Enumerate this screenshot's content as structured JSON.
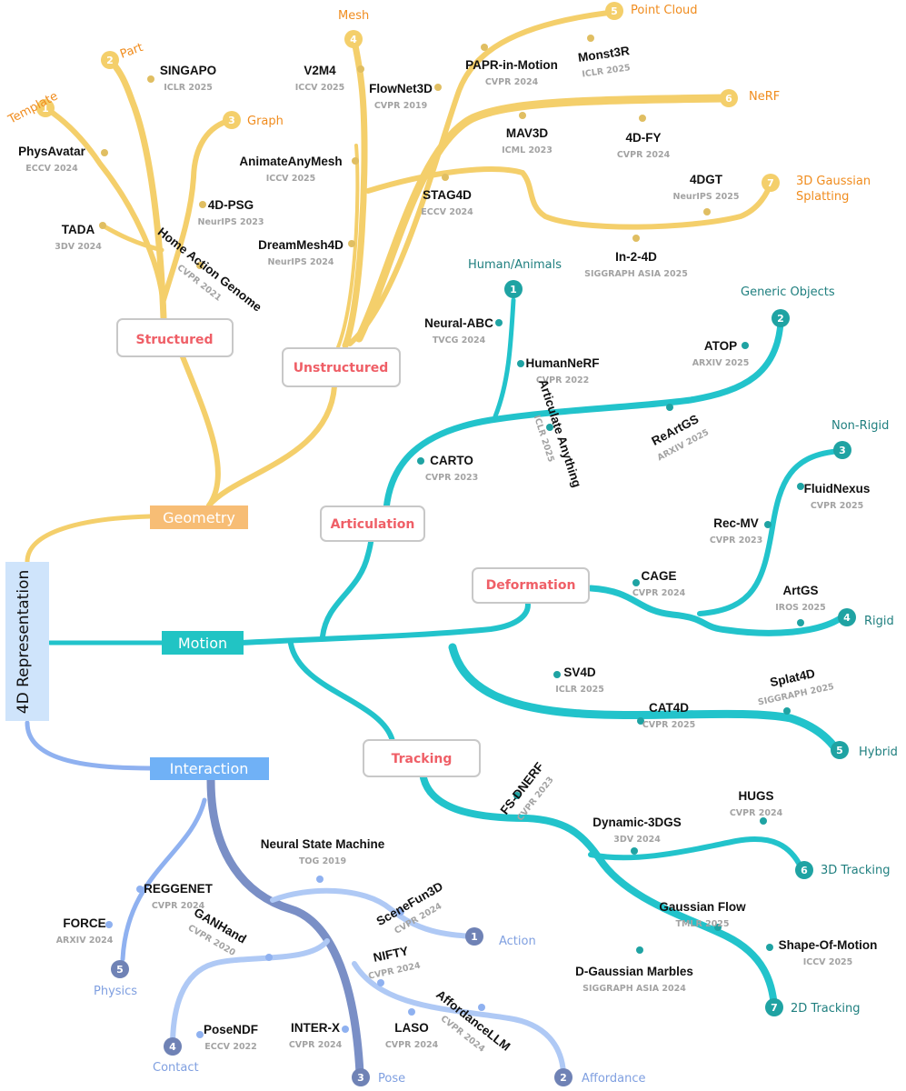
{
  "root": {
    "label": "4D Representation"
  },
  "branches": {
    "geometry": "Geometry",
    "motion": "Motion",
    "interaction": "Interaction"
  },
  "subbranches": {
    "structured": "Structured",
    "unstructured": "Unstructured",
    "articulation": "Articulation",
    "deformation": "Deformation",
    "tracking": "Tracking"
  },
  "categories": [
    {
      "num": "1",
      "label": "Template"
    },
    {
      "num": "2",
      "label": "Part"
    },
    {
      "num": "3",
      "label": "Graph"
    },
    {
      "num": "4",
      "label": "Mesh"
    },
    {
      "num": "5",
      "label": "Point Cloud"
    },
    {
      "num": "6",
      "label": "NeRF"
    },
    {
      "num": "7",
      "label": "3D Gaussian Splatting"
    },
    {
      "num": "1",
      "label": "Human/Animals"
    },
    {
      "num": "2",
      "label": "Generic Objects"
    },
    {
      "num": "3",
      "label": "Non-Rigid"
    },
    {
      "num": "4",
      "label": "Rigid"
    },
    {
      "num": "5",
      "label": "Hybrid"
    },
    {
      "num": "6",
      "label": "3D Tracking"
    },
    {
      "num": "7",
      "label": "2D Tracking"
    },
    {
      "num": "1",
      "label": "Action"
    },
    {
      "num": "2",
      "label": "Affordance"
    },
    {
      "num": "3",
      "label": "Pose"
    },
    {
      "num": "4",
      "label": "Contact"
    },
    {
      "num": "5",
      "label": "Physics"
    }
  ],
  "papers": [
    {
      "name": "SINGAPO",
      "venue": "ICLR 2025"
    },
    {
      "name": "PhysAvatar",
      "venue": "ECCV 2024"
    },
    {
      "name": "TADA",
      "venue": "3DV 2024"
    },
    {
      "name": "4D-PSG",
      "venue": "NeurIPS 2023"
    },
    {
      "name": "Home Action Genome",
      "venue": "CVPR 2021"
    },
    {
      "name": "V2M4",
      "venue": "ICCV 2025"
    },
    {
      "name": "AnimateAnyMesh",
      "venue": "ICCV 2025"
    },
    {
      "name": "DreamMesh4D",
      "venue": "NeurIPS 2024"
    },
    {
      "name": "FlowNet3D",
      "venue": "CVPR 2019"
    },
    {
      "name": "PAPR-in-Motion",
      "venue": "CVPR 2024"
    },
    {
      "name": "Monst3R",
      "venue": "ICLR 2025"
    },
    {
      "name": "MAV3D",
      "venue": "ICML 2023"
    },
    {
      "name": "4D-FY",
      "venue": "CVPR 2024"
    },
    {
      "name": "STAG4D",
      "venue": "ECCV 2024"
    },
    {
      "name": "4DGT",
      "venue": "NeurIPS  2025"
    },
    {
      "name": "In-2-4D",
      "venue": "SIGGRAPH ASIA  2025"
    },
    {
      "name": "Neural-ABC",
      "venue": "TVCG 2024"
    },
    {
      "name": "HumanNeRF",
      "venue": "CVPR 2022"
    },
    {
      "name": "ATOP",
      "venue": "ARXIV 2025"
    },
    {
      "name": "ReArtGS",
      "venue": "ARXIV 2025"
    },
    {
      "name": "CARTO",
      "venue": "CVPR 2023"
    },
    {
      "name": "Articulate Anything",
      "venue": "ICLR 2025"
    },
    {
      "name": "FluidNexus",
      "venue": "CVPR 2025"
    },
    {
      "name": "Rec-MV",
      "venue": "CVPR 2023"
    },
    {
      "name": "CAGE",
      "venue": "CVPR 2024"
    },
    {
      "name": "ArtGS",
      "venue": "IROS 2025"
    },
    {
      "name": "SV4D",
      "venue": "ICLR 2025"
    },
    {
      "name": "Splat4D",
      "venue": "SIGGRAPH 2025"
    },
    {
      "name": "CAT4D",
      "venue": "CVPR 2025"
    },
    {
      "name": "FS-DNERF",
      "venue": "CVPR 2023"
    },
    {
      "name": "HUGS",
      "venue": "CVPR 2024"
    },
    {
      "name": "Dynamic-3DGS",
      "venue": "3DV 2024"
    },
    {
      "name": "Gaussian Flow",
      "venue": "TMLR 2025"
    },
    {
      "name": "Shape-Of-Motion",
      "venue": "ICCV 2025"
    },
    {
      "name": "D-Gaussian Marbles",
      "venue": "SIGGRAPH ASIA 2024"
    },
    {
      "name": "Neural State Machine",
      "venue": "TOG 2019"
    },
    {
      "name": "SceneFun3D",
      "venue": "CVPR 2024"
    },
    {
      "name": "REGGENET",
      "venue": "CVPR 2024"
    },
    {
      "name": "FORCE",
      "venue": "ARXIV 2024"
    },
    {
      "name": "GANHand",
      "venue": "CVPR 2020"
    },
    {
      "name": "NIFTY",
      "venue": "CVPR 2024"
    },
    {
      "name": "PoseNDF",
      "venue": "ECCV 2022"
    },
    {
      "name": "INTER-X",
      "venue": "CVPR 2024"
    },
    {
      "name": "LASO",
      "venue": "CVPR 2024"
    },
    {
      "name": "AffordanceLLM",
      "venue": "CVPR 2024"
    }
  ],
  "colors": {
    "geometry": "#f4cf6b",
    "motion": "#22c3cb",
    "interaction": "#8fb1f0",
    "interaction_dark": "#7a8fc6",
    "geometry_text": "#f08c1e",
    "motion_text": "#1f7f7f",
    "interaction_text": "#7f9fe0",
    "box_text": "#ef5f67"
  }
}
